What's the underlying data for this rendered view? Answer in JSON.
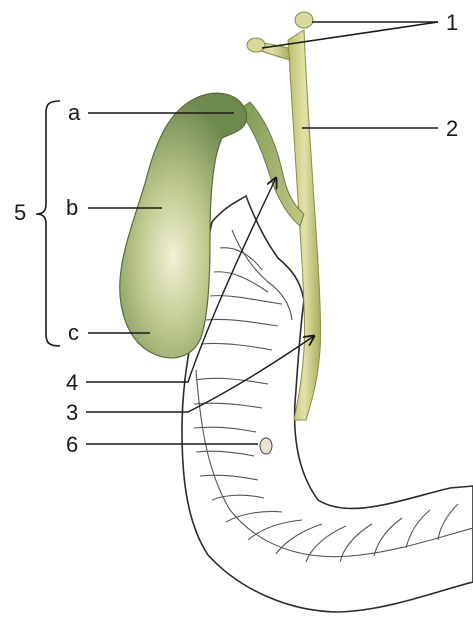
{
  "labels": {
    "one": "1",
    "two": "2",
    "three": "3",
    "four": "4",
    "five": "5",
    "six": "6",
    "a": "a",
    "b": "b",
    "c": "c"
  },
  "colors": {
    "gallbladder": "#a9b774",
    "bile_duct": "#cdd08a",
    "outline": "#2b2b2b"
  }
}
